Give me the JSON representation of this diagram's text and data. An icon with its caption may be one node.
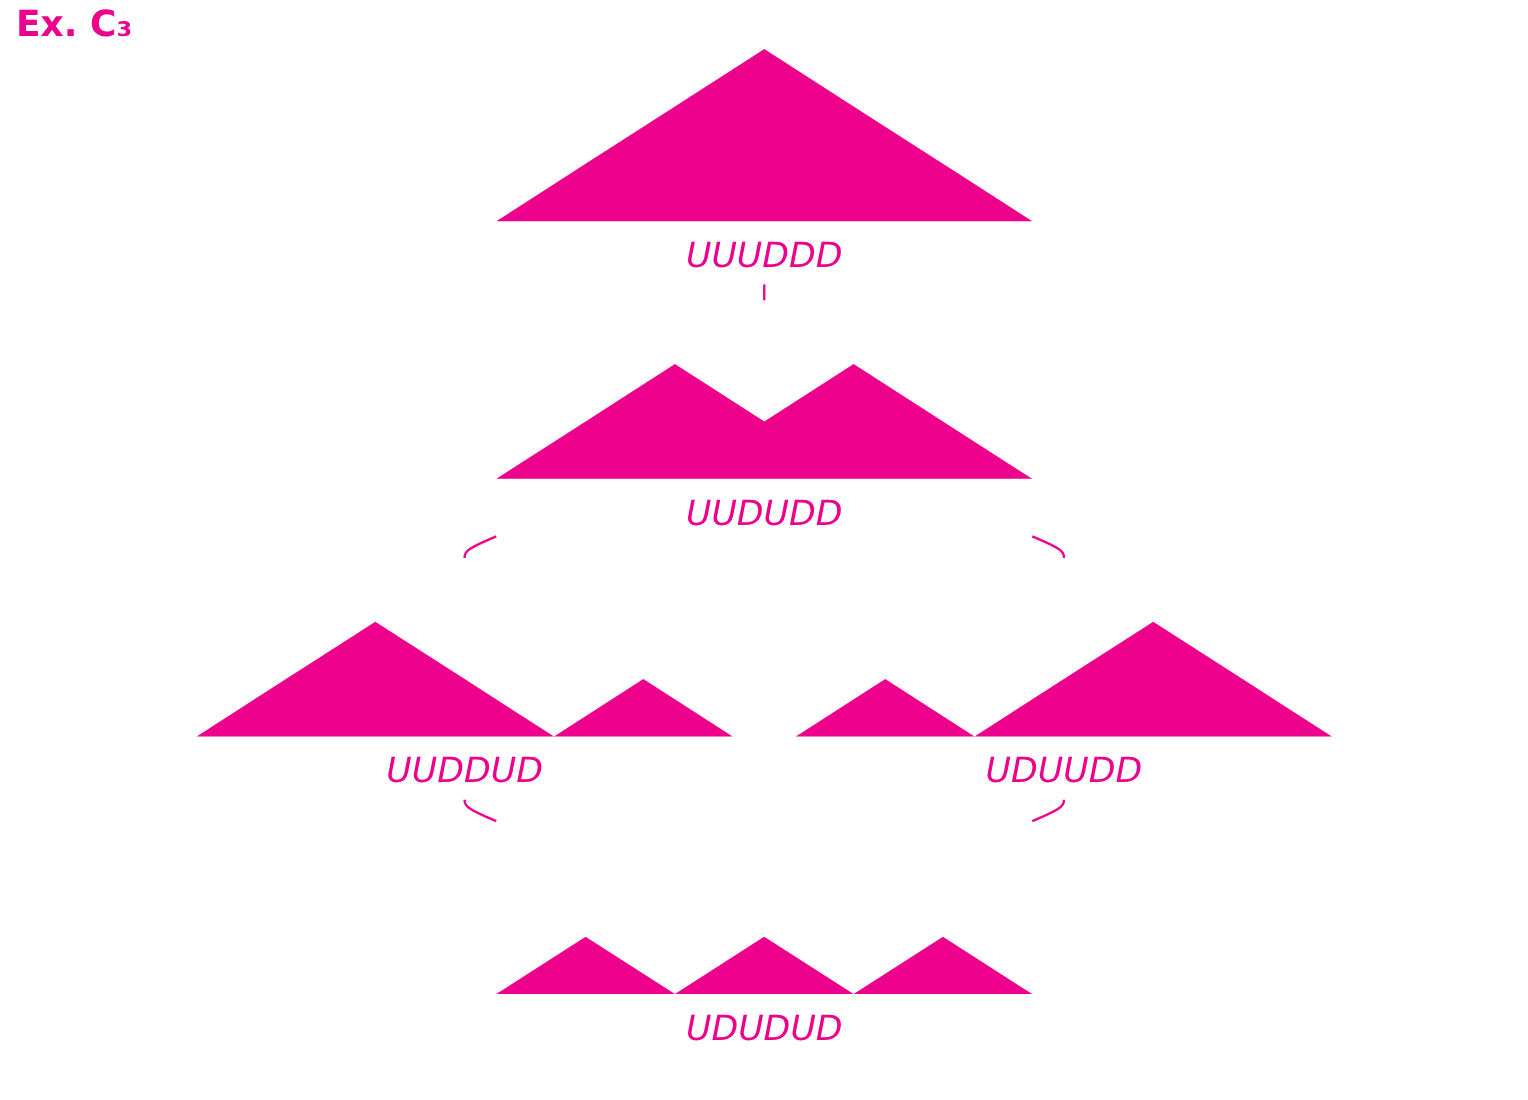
{
  "diagram": {
    "title": "Ex. C₃",
    "nodes": [
      {
        "text": [
          "UUUDDD"
        ]
      },
      {
        "text": [
          "UUDUDD"
        ]
      },
      {
        "text": [
          "UUDDUD"
        ]
      },
      {
        "text": [
          "UDUUDD"
        ]
      },
      {
        "text": [
          "UDUDUD"
        ]
      }
    ],
    "edges": [
      {
        "from": 0,
        "to": 1,
        "arrow": "none"
      },
      {
        "from": 1,
        "to": 2,
        "arrow": "none"
      },
      {
        "from": 1,
        "to": 3,
        "arrow": "none"
      },
      {
        "from": 2,
        "to": 4,
        "arrow": "none"
      },
      {
        "from": 3,
        "to": 4,
        "arrow": "none"
      }
    ]
  }
}
